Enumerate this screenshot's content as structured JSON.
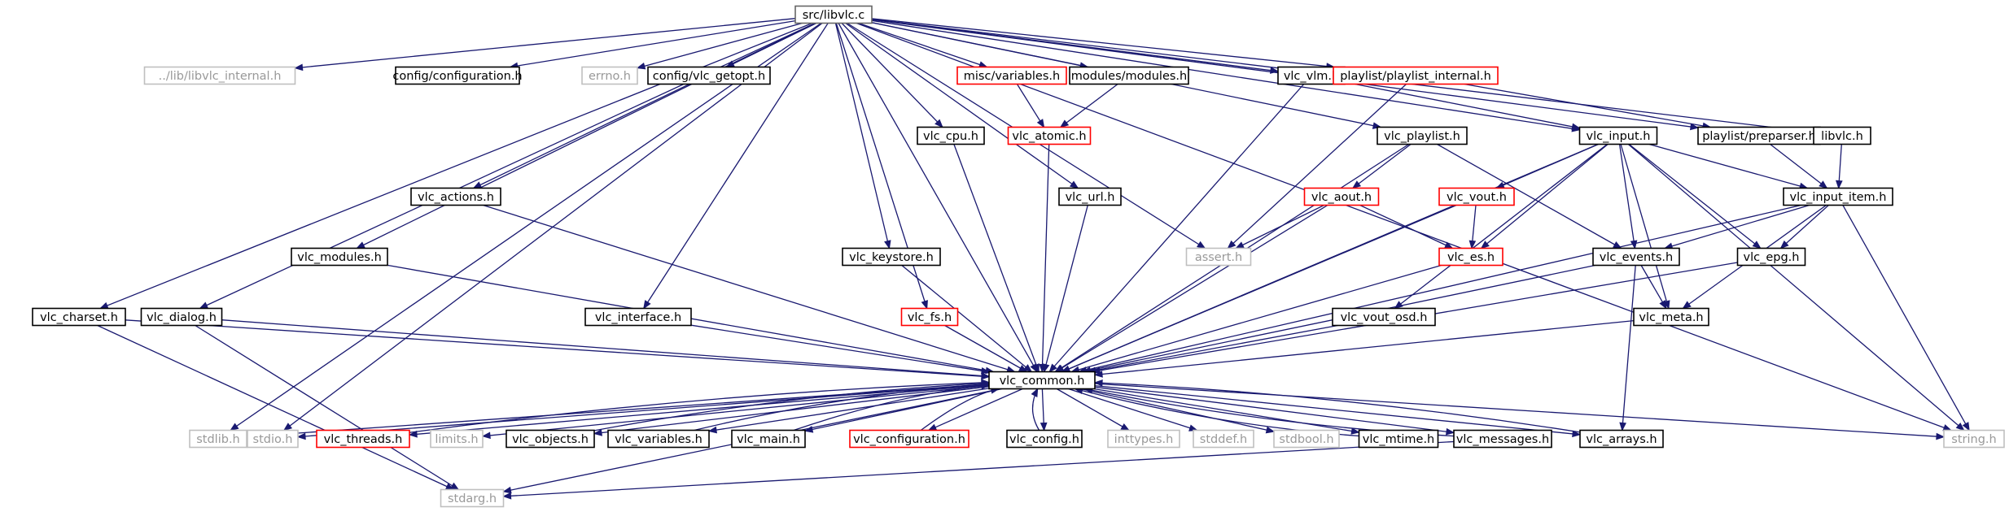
{
  "diagram": {
    "type": "include-dependency-graph",
    "edge_color": "#191970",
    "border_colors": {
      "root": "#666666",
      "normal": "#000000",
      "truncated": "#ff0000",
      "external": "#bfbfbf"
    },
    "root_fill": "#bfbfbf",
    "label_colors": {
      "normal": "#000000",
      "external": "#999999"
    },
    "nodes": [
      {
        "id": "libvlc_c",
        "label": "src/libvlc.c",
        "kind": "root"
      },
      {
        "id": "lib_libvlc_internal",
        "label": "../lib/libvlc_internal.h",
        "kind": "external"
      },
      {
        "id": "config_configuration",
        "label": "config/configuration.h",
        "kind": "normal"
      },
      {
        "id": "errno",
        "label": "errno.h",
        "kind": "external"
      },
      {
        "id": "config_vlc_getopt",
        "label": "config/vlc_getopt.h",
        "kind": "normal"
      },
      {
        "id": "misc_variables",
        "label": "misc/variables.h",
        "kind": "truncated"
      },
      {
        "id": "modules_modules",
        "label": "modules/modules.h",
        "kind": "normal"
      },
      {
        "id": "vlc_vlm",
        "label": "vlc_vlm.h",
        "kind": "normal"
      },
      {
        "id": "playlist_internal",
        "label": "playlist/playlist_internal.h",
        "kind": "truncated"
      },
      {
        "id": "vlc_cpu",
        "label": "vlc_cpu.h",
        "kind": "normal"
      },
      {
        "id": "vlc_atomic",
        "label": "vlc_atomic.h",
        "kind": "truncated"
      },
      {
        "id": "vlc_playlist",
        "label": "vlc_playlist.h",
        "kind": "normal"
      },
      {
        "id": "vlc_input",
        "label": "vlc_input.h",
        "kind": "normal"
      },
      {
        "id": "playlist_preparser",
        "label": "playlist/preparser.h",
        "kind": "normal"
      },
      {
        "id": "libvlc_h",
        "label": "libvlc.h",
        "kind": "normal"
      },
      {
        "id": "vlc_actions",
        "label": "vlc_actions.h",
        "kind": "normal"
      },
      {
        "id": "vlc_url",
        "label": "vlc_url.h",
        "kind": "normal"
      },
      {
        "id": "vlc_aout",
        "label": "vlc_aout.h",
        "kind": "truncated"
      },
      {
        "id": "vlc_vout",
        "label": "vlc_vout.h",
        "kind": "truncated"
      },
      {
        "id": "vlc_input_item",
        "label": "vlc_input_item.h",
        "kind": "normal"
      },
      {
        "id": "vlc_modules",
        "label": "vlc_modules.h",
        "kind": "normal"
      },
      {
        "id": "vlc_keystore",
        "label": "vlc_keystore.h",
        "kind": "normal"
      },
      {
        "id": "assert",
        "label": "assert.h",
        "kind": "external"
      },
      {
        "id": "vlc_es",
        "label": "vlc_es.h",
        "kind": "truncated"
      },
      {
        "id": "vlc_events",
        "label": "vlc_events.h",
        "kind": "normal"
      },
      {
        "id": "vlc_epg",
        "label": "vlc_epg.h",
        "kind": "normal"
      },
      {
        "id": "vlc_charset",
        "label": "vlc_charset.h",
        "kind": "normal"
      },
      {
        "id": "vlc_dialog",
        "label": "vlc_dialog.h",
        "kind": "normal"
      },
      {
        "id": "vlc_interface",
        "label": "vlc_interface.h",
        "kind": "normal"
      },
      {
        "id": "vlc_fs",
        "label": "vlc_fs.h",
        "kind": "truncated"
      },
      {
        "id": "vlc_vout_osd",
        "label": "vlc_vout_osd.h",
        "kind": "normal"
      },
      {
        "id": "vlc_meta",
        "label": "vlc_meta.h",
        "kind": "normal"
      },
      {
        "id": "vlc_common",
        "label": "vlc_common.h",
        "kind": "normal"
      },
      {
        "id": "stdlib",
        "label": "stdlib.h",
        "kind": "external"
      },
      {
        "id": "stdio",
        "label": "stdio.h",
        "kind": "external"
      },
      {
        "id": "vlc_threads",
        "label": "vlc_threads.h",
        "kind": "truncated"
      },
      {
        "id": "limits",
        "label": "limits.h",
        "kind": "external"
      },
      {
        "id": "vlc_objects",
        "label": "vlc_objects.h",
        "kind": "normal"
      },
      {
        "id": "vlc_variables",
        "label": "vlc_variables.h",
        "kind": "normal"
      },
      {
        "id": "vlc_main",
        "label": "vlc_main.h",
        "kind": "normal"
      },
      {
        "id": "vlc_configuration",
        "label": "vlc_configuration.h",
        "kind": "truncated"
      },
      {
        "id": "vlc_config",
        "label": "vlc_config.h",
        "kind": "normal"
      },
      {
        "id": "inttypes",
        "label": "inttypes.h",
        "kind": "external"
      },
      {
        "id": "stddef",
        "label": "stddef.h",
        "kind": "external"
      },
      {
        "id": "stdbool",
        "label": "stdbool.h",
        "kind": "external"
      },
      {
        "id": "vlc_mtime",
        "label": "vlc_mtime.h",
        "kind": "normal"
      },
      {
        "id": "vlc_messages",
        "label": "vlc_messages.h",
        "kind": "normal"
      },
      {
        "id": "vlc_arrays",
        "label": "vlc_arrays.h",
        "kind": "normal"
      },
      {
        "id": "string",
        "label": "string.h",
        "kind": "external"
      },
      {
        "id": "stdarg",
        "label": "stdarg.h",
        "kind": "external"
      }
    ],
    "edges": [
      [
        "libvlc_c",
        "lib_libvlc_internal"
      ],
      [
        "libvlc_c",
        "config_configuration"
      ],
      [
        "libvlc_c",
        "errno"
      ],
      [
        "libvlc_c",
        "config_vlc_getopt"
      ],
      [
        "libvlc_c",
        "misc_variables"
      ],
      [
        "libvlc_c",
        "modules_modules"
      ],
      [
        "libvlc_c",
        "vlc_vlm"
      ],
      [
        "libvlc_c",
        "playlist_internal"
      ],
      [
        "libvlc_c",
        "vlc_cpu"
      ],
      [
        "libvlc_c",
        "vlc_playlist"
      ],
      [
        "libvlc_c",
        "vlc_input"
      ],
      [
        "libvlc_c",
        "playlist_preparser"
      ],
      [
        "libvlc_c",
        "libvlc_h"
      ],
      [
        "libvlc_c",
        "vlc_actions"
      ],
      [
        "libvlc_c",
        "vlc_url"
      ],
      [
        "libvlc_c",
        "vlc_modules"
      ],
      [
        "libvlc_c",
        "vlc_keystore"
      ],
      [
        "libvlc_c",
        "assert"
      ],
      [
        "libvlc_c",
        "vlc_charset"
      ],
      [
        "libvlc_c",
        "vlc_dialog"
      ],
      [
        "libvlc_c",
        "vlc_interface"
      ],
      [
        "libvlc_c",
        "vlc_fs"
      ],
      [
        "libvlc_c",
        "vlc_common"
      ],
      [
        "libvlc_c",
        "stdlib"
      ],
      [
        "libvlc_c",
        "stdio"
      ],
      [
        "libvlc_c",
        "string"
      ],
      [
        "misc_variables",
        "vlc_atomic"
      ],
      [
        "modules_modules",
        "vlc_atomic"
      ],
      [
        "vlc_vlm",
        "vlc_input"
      ],
      [
        "vlc_vlm",
        "vlc_common"
      ],
      [
        "playlist_internal",
        "playlist_preparser"
      ],
      [
        "playlist_internal",
        "assert"
      ],
      [
        "vlc_cpu",
        "vlc_common"
      ],
      [
        "vlc_atomic",
        "vlc_common"
      ],
      [
        "vlc_playlist",
        "vlc_aout"
      ],
      [
        "vlc_playlist",
        "vlc_events"
      ],
      [
        "vlc_playlist",
        "vlc_common"
      ],
      [
        "vlc_input",
        "vlc_vout"
      ],
      [
        "vlc_input",
        "vlc_es"
      ],
      [
        "vlc_input",
        "vlc_events"
      ],
      [
        "vlc_input",
        "vlc_epg"
      ],
      [
        "vlc_input",
        "vlc_meta"
      ],
      [
        "vlc_input",
        "vlc_input_item"
      ],
      [
        "vlc_input",
        "vlc_vout_osd"
      ],
      [
        "vlc_input",
        "vlc_common"
      ],
      [
        "vlc_input",
        "string"
      ],
      [
        "playlist_preparser",
        "vlc_input_item"
      ],
      [
        "libvlc_h",
        "vlc_input_item"
      ],
      [
        "vlc_actions",
        "vlc_common"
      ],
      [
        "vlc_url",
        "vlc_common"
      ],
      [
        "vlc_aout",
        "assert"
      ],
      [
        "vlc_aout",
        "vlc_es"
      ],
      [
        "vlc_aout",
        "vlc_common"
      ],
      [
        "vlc_vout",
        "vlc_es"
      ],
      [
        "vlc_vout",
        "vlc_common"
      ],
      [
        "vlc_input_item",
        "vlc_events"
      ],
      [
        "vlc_input_item",
        "vlc_epg"
      ],
      [
        "vlc_input_item",
        "vlc_meta"
      ],
      [
        "vlc_input_item",
        "vlc_common"
      ],
      [
        "vlc_input_item",
        "string"
      ],
      [
        "vlc_modules",
        "vlc_common"
      ],
      [
        "vlc_keystore",
        "vlc_common"
      ],
      [
        "vlc_es",
        "vlc_common"
      ],
      [
        "vlc_events",
        "vlc_meta"
      ],
      [
        "vlc_events",
        "vlc_arrays"
      ],
      [
        "vlc_events",
        "vlc_common"
      ],
      [
        "vlc_epg",
        "vlc_common"
      ],
      [
        "vlc_charset",
        "vlc_common"
      ],
      [
        "vlc_charset",
        "stdarg"
      ],
      [
        "vlc_dialog",
        "vlc_common"
      ],
      [
        "vlc_dialog",
        "stdarg"
      ],
      [
        "vlc_interface",
        "vlc_common"
      ],
      [
        "vlc_fs",
        "vlc_common"
      ],
      [
        "vlc_vout_osd",
        "vlc_common"
      ],
      [
        "vlc_meta",
        "vlc_common"
      ],
      [
        "vlc_common",
        "stdlib"
      ],
      [
        "vlc_common",
        "stdio"
      ],
      [
        "vlc_common",
        "vlc_threads"
      ],
      [
        "vlc_common",
        "limits"
      ],
      [
        "vlc_common",
        "vlc_objects"
      ],
      [
        "vlc_common",
        "vlc_variables"
      ],
      [
        "vlc_common",
        "vlc_main"
      ],
      [
        "vlc_common",
        "vlc_configuration"
      ],
      [
        "vlc_common",
        "vlc_config"
      ],
      [
        "vlc_common",
        "inttypes"
      ],
      [
        "vlc_common",
        "stddef"
      ],
      [
        "vlc_common",
        "stdbool"
      ],
      [
        "vlc_common",
        "vlc_mtime"
      ],
      [
        "vlc_common",
        "vlc_messages"
      ],
      [
        "vlc_common",
        "vlc_arrays"
      ],
      [
        "vlc_common",
        "string"
      ],
      [
        "vlc_common",
        "stdarg"
      ],
      [
        "vlc_threads",
        "vlc_common"
      ],
      [
        "vlc_objects",
        "vlc_common"
      ],
      [
        "vlc_variables",
        "vlc_common"
      ],
      [
        "vlc_main",
        "vlc_common"
      ],
      [
        "vlc_configuration",
        "vlc_common"
      ],
      [
        "vlc_config",
        "vlc_common"
      ],
      [
        "vlc_mtime",
        "vlc_common"
      ],
      [
        "vlc_messages",
        "vlc_common"
      ],
      [
        "vlc_messages",
        "stdarg"
      ],
      [
        "vlc_arrays",
        "vlc_common"
      ]
    ]
  }
}
